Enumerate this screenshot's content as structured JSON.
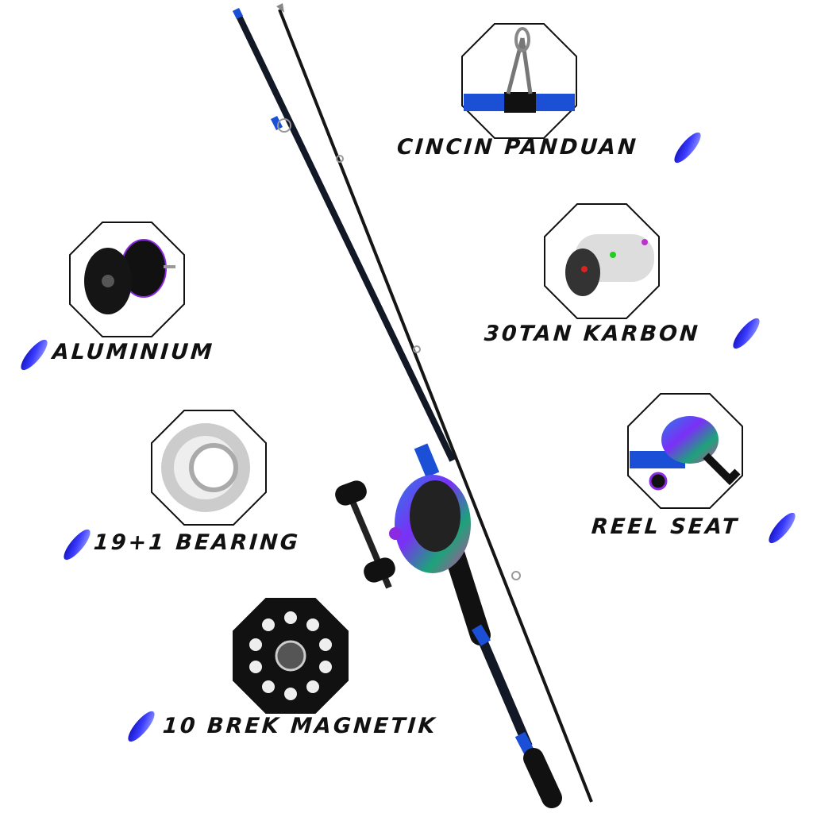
{
  "features": [
    {
      "id": "guide-ring",
      "label": "CINCIN PANDUAN",
      "icon": "guide-ring-icon"
    },
    {
      "id": "carbon",
      "label": "30TAN KARBON",
      "icon": "carbon-tube-icon"
    },
    {
      "id": "aluminium",
      "label": "ALUMINIUM",
      "icon": "spool-icon"
    },
    {
      "id": "bearing",
      "label": "19+1 BEARING",
      "icon": "bearing-icon"
    },
    {
      "id": "reel-seat",
      "label": "REEL SEAT",
      "icon": "reel-seat-icon"
    },
    {
      "id": "magnetic-brake",
      "label": "10 BREK MAGNETIK",
      "icon": "magnetic-brake-icon"
    }
  ],
  "colors": {
    "accent": "#2a2ae8",
    "rod": "#121826",
    "rod_blue": "#1b4fd6",
    "reel_purple": "#8a2be2"
  }
}
